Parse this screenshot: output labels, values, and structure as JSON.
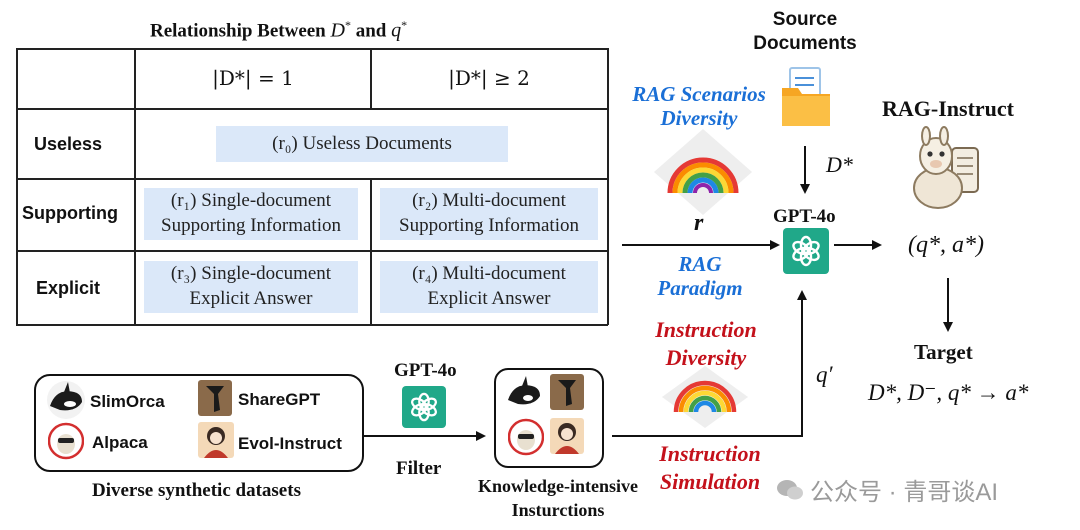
{
  "table": {
    "title_prefix": "Relationship Between ",
    "title_D": "D",
    "title_star1": "*",
    "title_and": " and ",
    "title_q": "q",
    "title_star2": "*",
    "col1": "|D*| = 1",
    "col2": "|D*| ≥ 2",
    "rows": {
      "useless": "Useless",
      "supporting": "Supporting",
      "explicit": "Explicit"
    },
    "cells": {
      "r0": "(r₀) Useless Documents",
      "r1_line1": "(r₁) Single-document",
      "r1_line2": "Supporting Information",
      "r2_line1": "(r₂) Multi-document",
      "r2_line2": "Supporting Information",
      "r3_line1": "(r₃) Single-document",
      "r3_line2": "Explicit Answer",
      "r4_line1": "(r₄) Multi-document",
      "r4_line2": "Explicit Answer"
    }
  },
  "flow": {
    "rag_scenarios_line1": "RAG  Scenarios",
    "rag_scenarios_line2": "Diversity",
    "r_symbol": "r",
    "rag_paradigm_line1": "RAG",
    "rag_paradigm_line2": "Paradigm",
    "source_docs_line1": "Source",
    "source_docs_line2": "Documents",
    "d_star": "D*",
    "gpt4o_center": "GPT-4o",
    "output_pair": "(q*, a*)",
    "rag_instruct": "RAG-Instruct",
    "target": "Target",
    "target_formula": "D*, D⁻, q* → a*",
    "q_prime": "q′",
    "instr_diversity_line1": "Instruction",
    "instr_diversity_line2": "Diversity",
    "instr_simulation_line1": "Instruction",
    "instr_simulation_line2": "Simulation"
  },
  "datasets": {
    "slimorca": "SlimOrca",
    "sharegpt": "ShareGPT",
    "alpaca": "Alpaca",
    "evol": "Evol-Instruct",
    "caption": "Diverse synthetic datasets",
    "gpt4o_filter": "GPT-4o",
    "filter": "Filter",
    "ki_line1": "Knowledge-intensive",
    "ki_line2": "Insturctions"
  },
  "watermark": "公众号 · 青哥谈AI",
  "colors": {
    "cell_bg": "#dbe8f9",
    "blue": "#1a6fd6",
    "red": "#c4111b",
    "gpt_green": "#20a889"
  },
  "icons": [
    "gpt-logo-icon",
    "folder-icon",
    "rainbow-icon",
    "llama-icon",
    "orca-icon",
    "sharegpt-icon",
    "alpaca-icon",
    "evol-icon"
  ]
}
